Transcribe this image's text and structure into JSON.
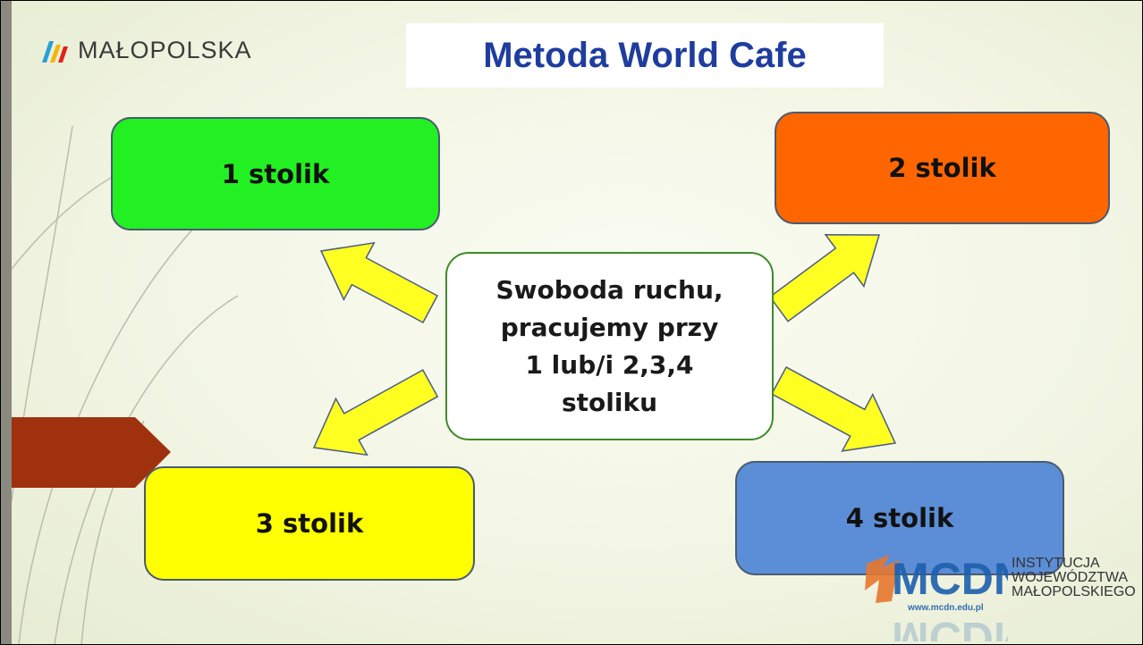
{
  "slide": {
    "brand": {
      "text": "MAŁOPOLSKA",
      "icon": "malopolska-logo-icon"
    },
    "title": "Metoda World Cafe",
    "tables": [
      {
        "label": "1 stolik",
        "color": "#22f022"
      },
      {
        "label": "2 stolik",
        "color": "#ff6600"
      },
      {
        "label": "3 stolik",
        "color": "#ffff00"
      },
      {
        "label": "4 stolik",
        "color": "#5b8ed6"
      }
    ],
    "center": {
      "lines": [
        "Swoboda ruchu,",
        "pracujemy przy",
        "1 lub/i 2,3,4",
        "stoliku"
      ],
      "border_color": "#3f8a2a"
    },
    "arrow_color": "#ffff22",
    "footer": {
      "logo_text": "MCDN",
      "logo_url": "www.mcdn.edu.pl",
      "institution": [
        "INSTYTUCJA",
        "WOJEWÓDZTWA",
        "MAŁOPOLSKIEGO"
      ]
    }
  }
}
